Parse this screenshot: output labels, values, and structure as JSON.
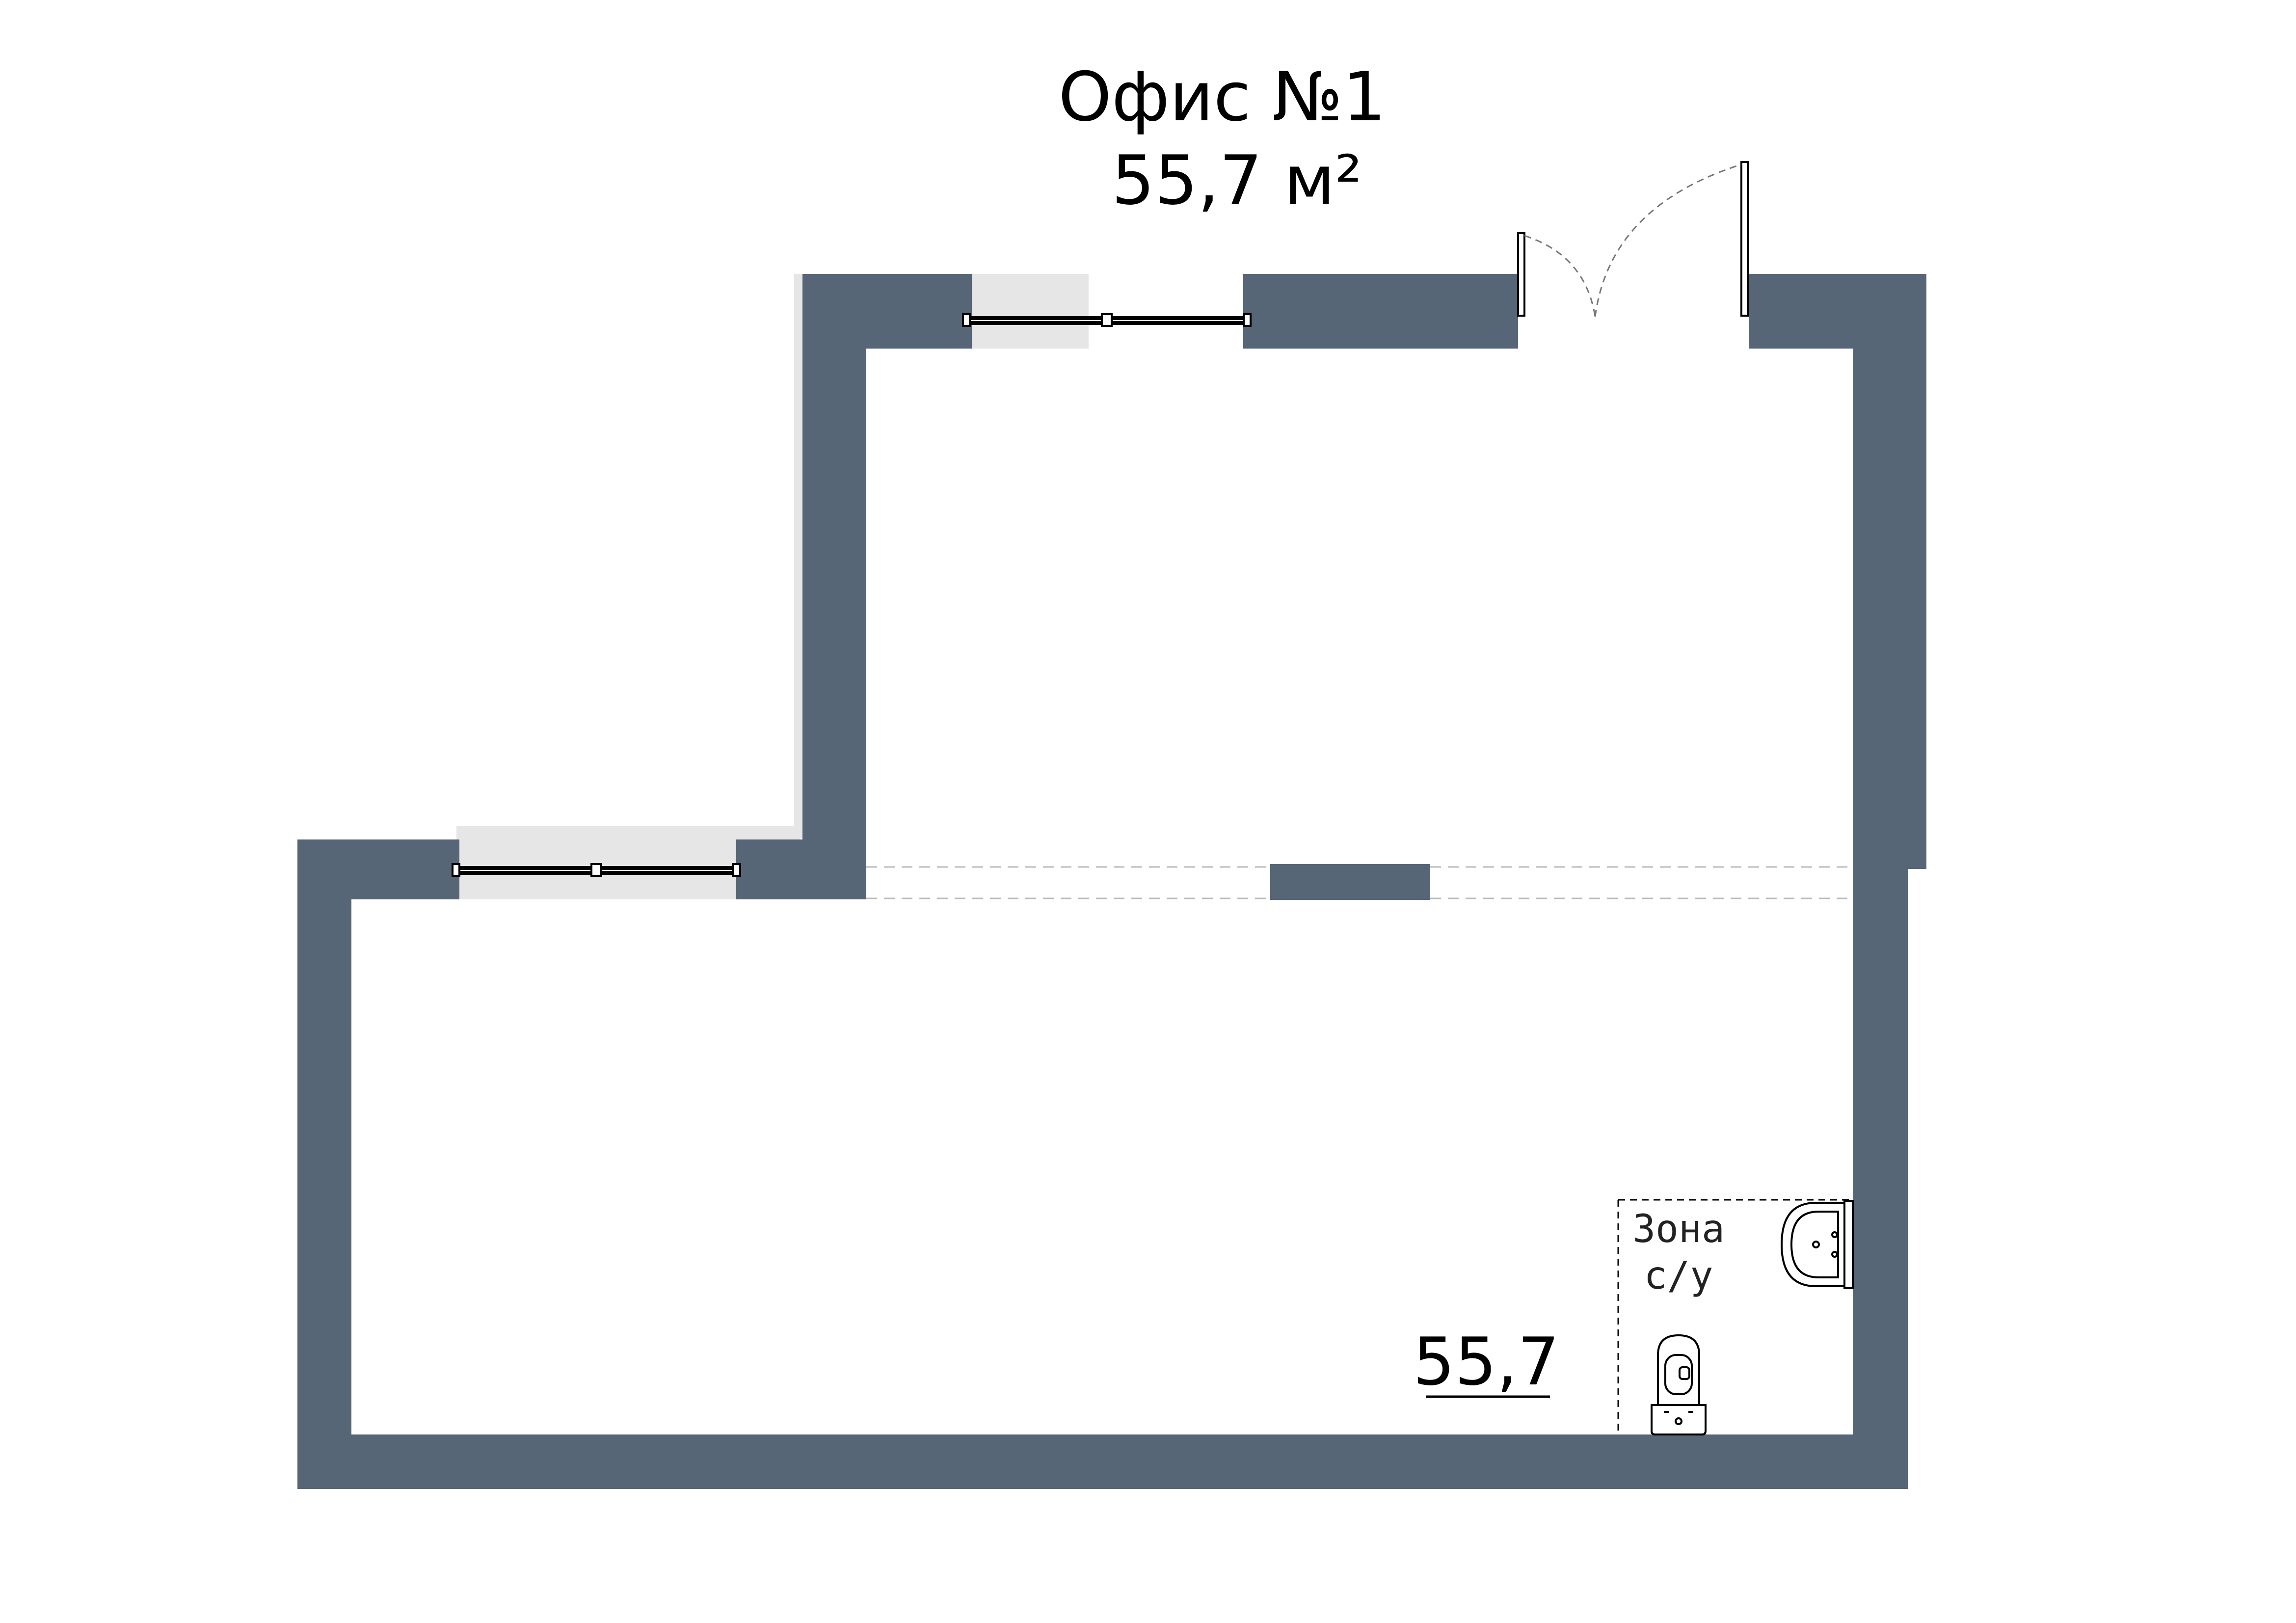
{
  "header": {
    "title": "Офис №1",
    "area_total": "55,7 м²"
  },
  "room": {
    "area_label": "55,7"
  },
  "bathroom_zone": {
    "line1": "Зона",
    "line2": "с/у"
  },
  "colors": {
    "wall": "#566677",
    "window_sill": "#e6e6e6",
    "line": "#000000",
    "dashed": "#bbbbbb"
  },
  "icons": [
    "window-icon",
    "door-swing-icon",
    "washbasin-icon",
    "toilet-icon"
  ]
}
